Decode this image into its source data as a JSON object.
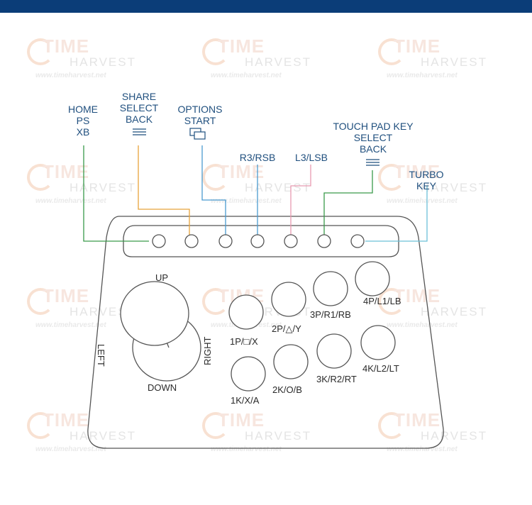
{
  "watermark": {
    "line1": "TIME",
    "line2": "HARVEST",
    "url": "www.timeharvest.net"
  },
  "top_labels": {
    "home": [
      "HOME",
      "PS",
      "XB"
    ],
    "share": [
      "SHARE",
      "SELECT",
      "BACK"
    ],
    "options": [
      "OPTIONS",
      "START"
    ],
    "r3": "R3/RSB",
    "l3": "L3/LSB",
    "touchpad": [
      "TOUCH PAD KEY",
      "SELECT",
      "BACK"
    ],
    "turbo": [
      "TURBO",
      "KEY"
    ]
  },
  "joystick": {
    "up": "UP",
    "down": "DOWN",
    "left": "LEFT",
    "right": "RIGHT"
  },
  "buttons": {
    "p1": "1P/□/X",
    "p2": "2P/△/Y",
    "p3": "3P/R1/RB",
    "p4": "4P/L1/LB",
    "k1": "1K/X/A",
    "k2": "2K/O/B",
    "k3": "3K/R2/RT",
    "k4": "4K/L2/LT"
  },
  "colors": {
    "header": "#0b3d78",
    "label": "#1f4f7e",
    "green": "#3a9a4a",
    "orange": "#e8a33b",
    "blue": "#4a9bd0",
    "pink": "#e89ab0",
    "cyan": "#6cc0d8",
    "outline": "#555555"
  }
}
